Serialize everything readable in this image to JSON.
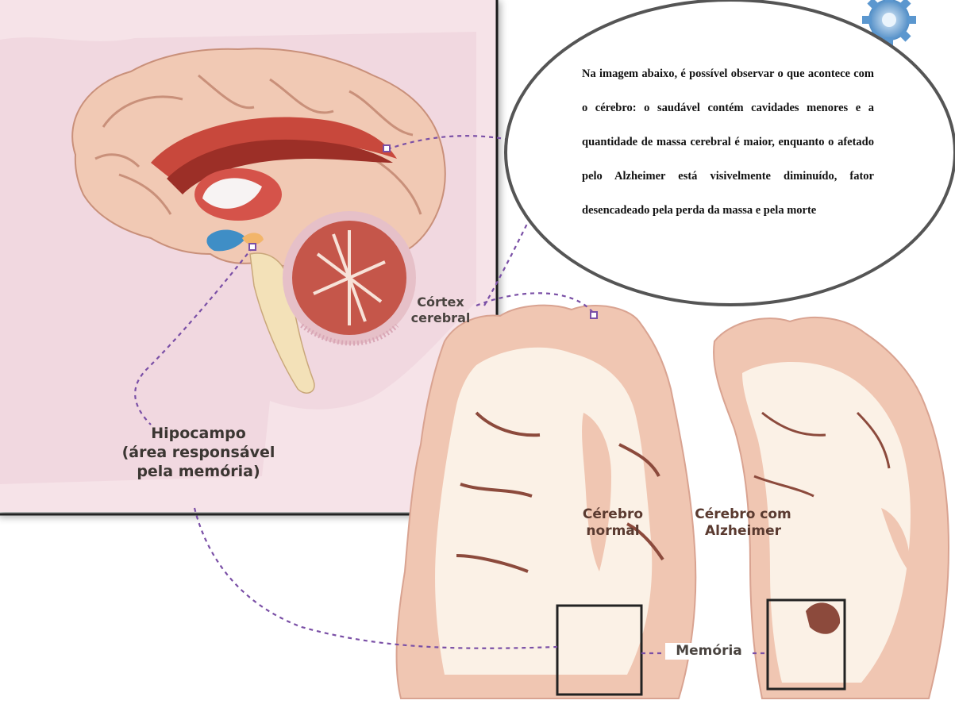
{
  "callout": {
    "text": "Na imagem abaixo, é possível observar o que acontece com o cérebro: o saudável contém cavidades menores e a quantidade de massa cerebral é maior, enquanto o afetado pelo Alzheimer está visivelmente diminuído, fator desencadeado pela perda da massa e pela morte"
  },
  "labels": {
    "cortex": "Córtex cerebral",
    "hipocampo_title": "Hipocampo",
    "hipocampo_sub": "(área responsável pela memória)",
    "normal": "Cérebro normal",
    "alzheimer": "Cérebro com Alzheimer",
    "memoria": "Memória"
  },
  "colors": {
    "panel": "#f3dfe4",
    "brain_tissue": "#efc3ad",
    "white_matter": "#fbf0e4",
    "dashed_line": "#7a4fa6",
    "cerebellum": "#b8463a"
  }
}
